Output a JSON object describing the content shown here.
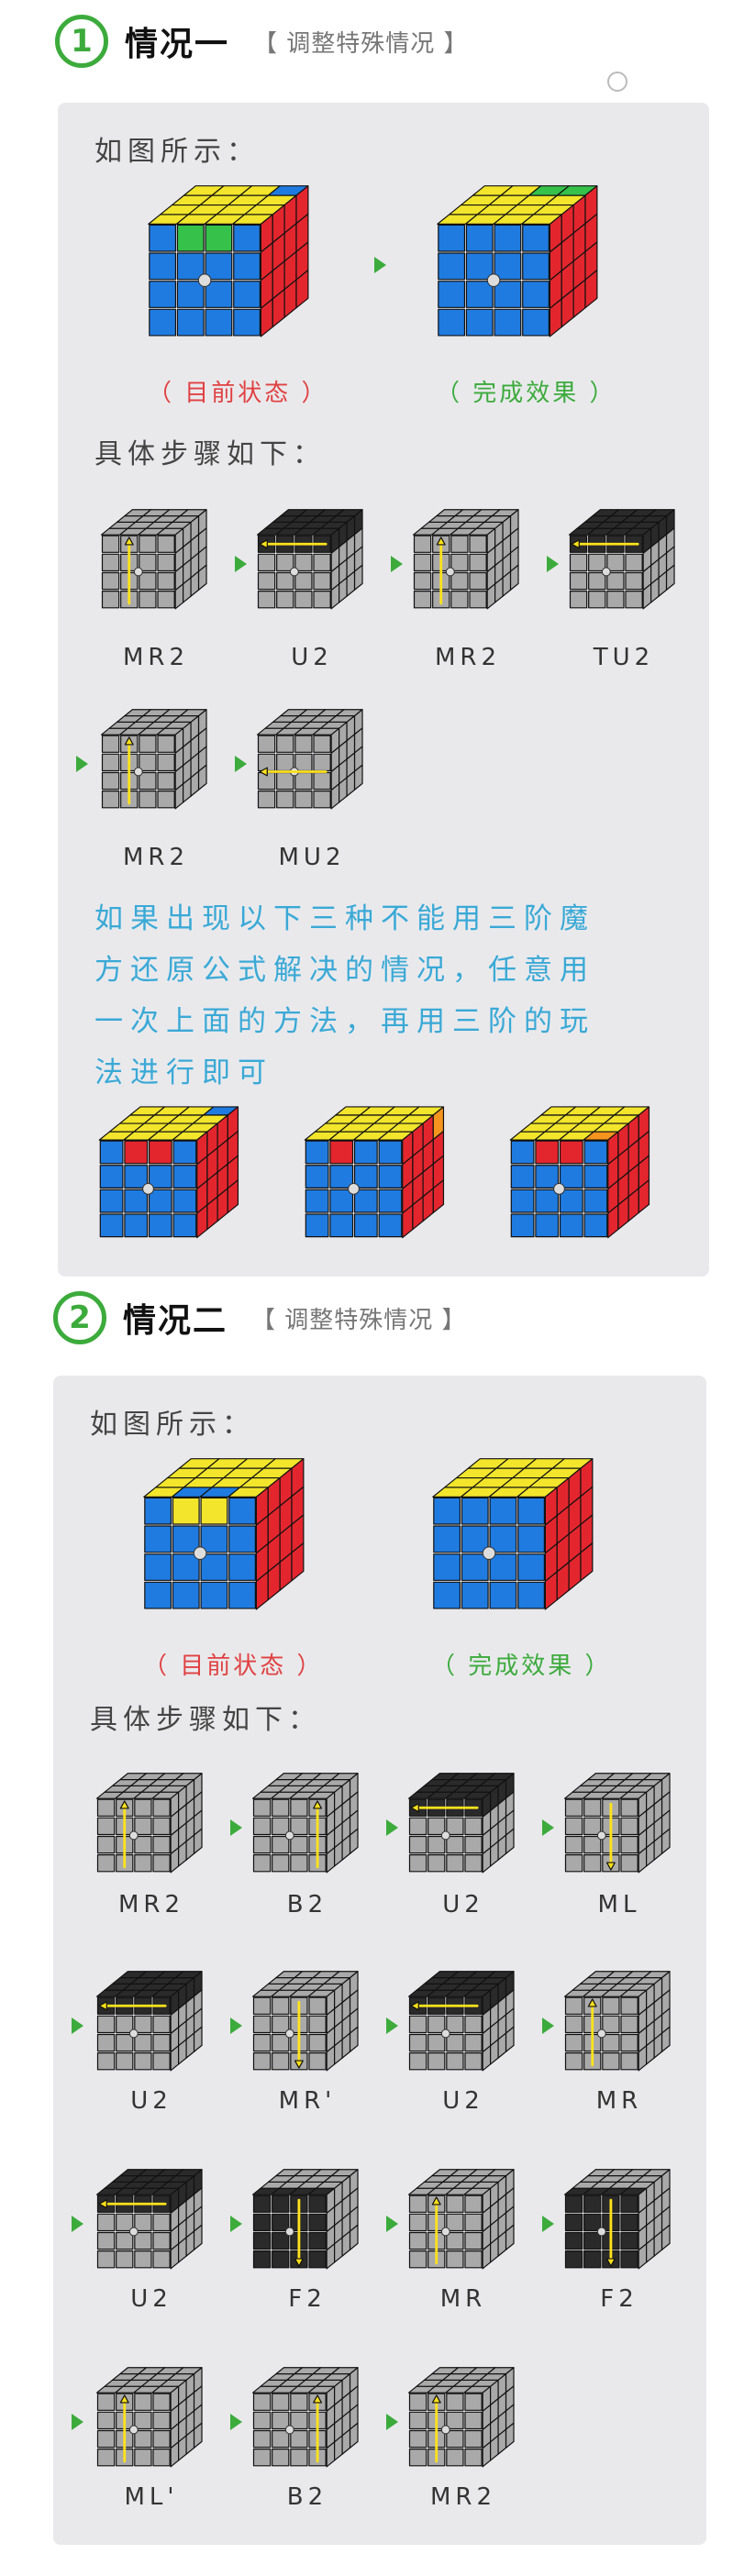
{
  "section1": {
    "number": "1",
    "title": "情况一",
    "subtitle": "【 调整特殊情况 】",
    "as_shown": "如图所示：",
    "current_state": "（ 目前状态 ）",
    "result_state": "（ 完成效果 ）",
    "steps_heading": "具体步骤如下：",
    "moves": [
      "MR2",
      "U2",
      "MR2",
      "TU2",
      "MR2",
      "MU2"
    ],
    "note_lines": [
      "如果出现以下三种不能用三阶魔",
      "方还原公式解决的情况，任意用",
      "一次上面的方法，再用三阶的玩",
      "法进行即可"
    ]
  },
  "section2": {
    "number": "2",
    "title": "情况二",
    "subtitle": "【 调整特殊情况 】",
    "as_shown": "如图所示：",
    "current_state": "（ 目前状态 ）",
    "result_state": "（ 完成效果 ）",
    "steps_heading": "具体步骤如下：",
    "moves": [
      "MR2",
      "B2",
      "U2",
      "ML",
      "U2",
      "MR'",
      "U2",
      "MR",
      "U2",
      "F2",
      "MR",
      "F2",
      "ML'",
      "B2",
      "MR2"
    ]
  },
  "colors": {
    "accent_green": "#3cab3c",
    "state_red": "#e04141",
    "note_blue": "#3aa9d6",
    "cube_yellow": "#f2e52c",
    "cube_blue": "#1f7be0",
    "cube_red": "#e3262e",
    "cube_green": "#35c14a",
    "cube_orange": "#f5941e",
    "cube_gray": "#a9a9a9",
    "cube_dark": "#2a2a2a",
    "arrow_yellow": "#ffe21c"
  }
}
